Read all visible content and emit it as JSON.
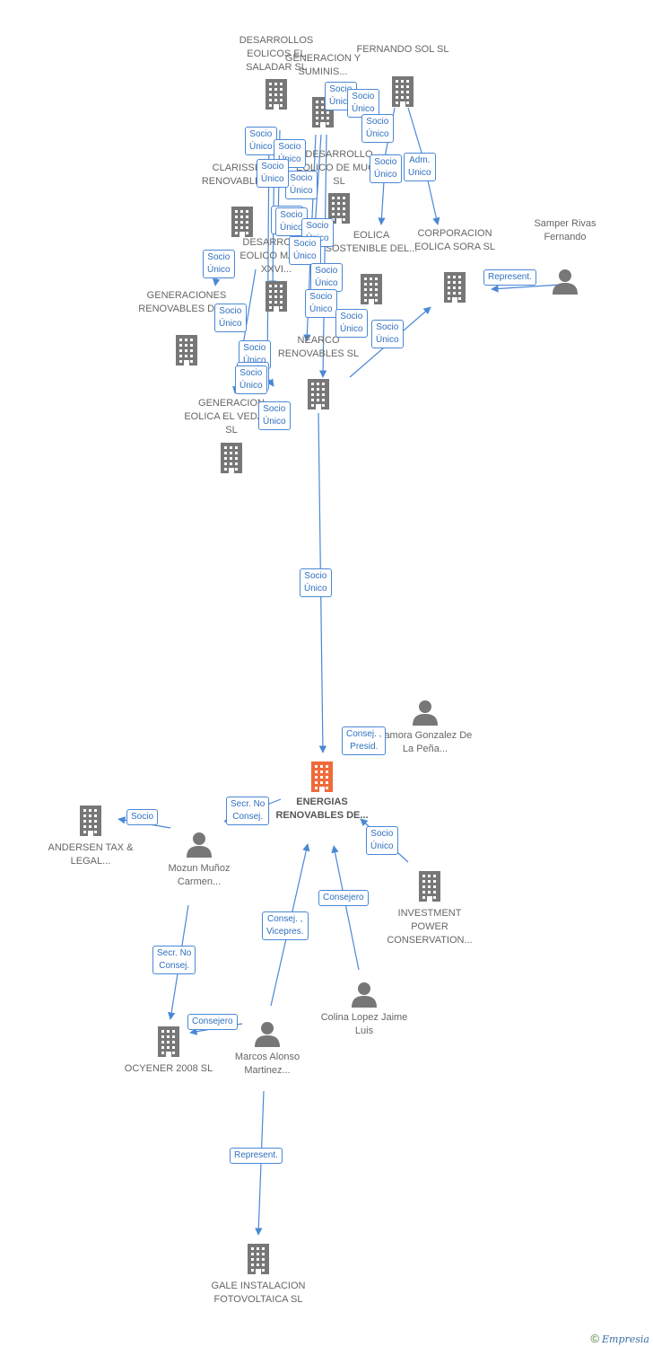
{
  "colors": {
    "edge": "#4a88d6",
    "node_icon": "#777777",
    "focus_icon": "#f06a3a",
    "label": "#666666"
  },
  "nodes": [
    {
      "id": "desarrollos_saladar",
      "type": "company",
      "label": "DESARROLLOS EOLICOS EL SALADAR SL"
    },
    {
      "id": "generacion_y",
      "type": "company",
      "label": "GENERACION Y SUMINIS..."
    },
    {
      "id": "fernando_sol",
      "type": "company",
      "label": "FERNANDO SOL SL"
    },
    {
      "id": "clarissima",
      "type": "company",
      "label": "CLARISSIMA RENOVABLES SL"
    },
    {
      "id": "desarrollo_muga",
      "type": "company",
      "label": "DESARROLLO EOLICO DE MUGA SL"
    },
    {
      "id": "eolica_sostenible",
      "type": "company",
      "label": "EOLICA SOSTENIBLE DEL..."
    },
    {
      "id": "corporacion_sora",
      "type": "company",
      "label": "CORPORACION EOLICA SORA SL"
    },
    {
      "id": "samper",
      "type": "person",
      "label": "Samper Rivas Fernando"
    },
    {
      "id": "desarrollo_majas",
      "type": "company",
      "label": "DESARROLLO EOLICO MAJAS XXVI..."
    },
    {
      "id": "generaciones_renov",
      "type": "company",
      "label": "GENERACIONES RENOVABLES DEL..."
    },
    {
      "id": "nearco",
      "type": "company",
      "label": "NEARCO RENOVABLES SL"
    },
    {
      "id": "generacion_vedado",
      "type": "company",
      "label": "GENERACION EOLICA EL VEDADO SL"
    },
    {
      "id": "energias",
      "type": "focus",
      "label": "ENERGIAS RENOVABLES DE..."
    },
    {
      "id": "zamora",
      "type": "person",
      "label": "Zamora Gonzalez De La Peña..."
    },
    {
      "id": "andersen",
      "type": "company",
      "label": "ANDERSEN TAX & LEGAL..."
    },
    {
      "id": "mozun",
      "type": "person",
      "label": "Mozun Muñoz Carmen..."
    },
    {
      "id": "investment",
      "type": "company",
      "label": "INVESTMENT POWER CONSERVATION..."
    },
    {
      "id": "colina",
      "type": "person",
      "label": "Colina Lopez Jaime Luis"
    },
    {
      "id": "ocyener",
      "type": "company",
      "label": "OCYENER 2008 SL"
    },
    {
      "id": "marcos",
      "type": "person",
      "label": "Marcos Alonso Martinez..."
    },
    {
      "id": "gale",
      "type": "company",
      "label": "GALE INSTALACION FOTOVOLTAICA SL"
    }
  ],
  "edge_labels": [
    "Socio Único",
    "Socio Único",
    "Socio Único",
    "Socio Único",
    "Socio Único",
    "Socio Único",
    "Socio Único",
    "Socio Único",
    "Socio Único",
    "Adm. Unico",
    "Socio Único",
    "Socio Único",
    "Socio Único",
    "Socio Único",
    "Socio Único",
    "Socio Único",
    "Socio Único",
    "Socio Único",
    "Represent.",
    "Socio Único",
    "Socio Único",
    "Socio Único",
    "Socio Único",
    "Socio Único",
    "Socio Único",
    "Consej. , Presid.",
    "Secr. No Consej.",
    "Socio",
    "Socio Único",
    "Consejero",
    "Consej. , Vicepres.",
    "Secr. No Consej.",
    "Consejero",
    "Represent."
  ],
  "footer": {
    "copyright": "©",
    "brand": "Empresia"
  }
}
